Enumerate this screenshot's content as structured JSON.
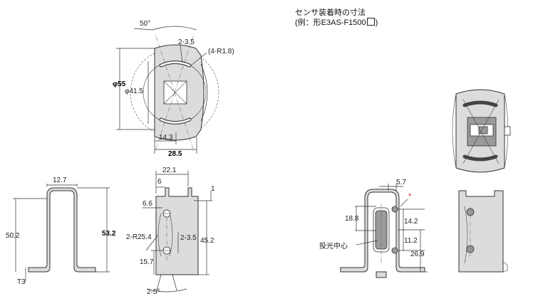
{
  "heading": {
    "line1": "センサ装着時の寸法",
    "line2": "(例：形E3AS-F1500",
    "line2_tail": ")"
  },
  "top_view": {
    "angle": "50°",
    "hole_small": "2-3.5",
    "radius": "(4-R1.8)",
    "outer_dia": "φ55",
    "inner_dia": "φ41.5",
    "width_small": "14.3",
    "width_total": "28.5"
  },
  "side_view": {
    "top_width": "12.7",
    "height": "50.2",
    "thickness": "T3",
    "total_height": "53.2"
  },
  "front_view": {
    "width": "22.1",
    "dim6": "6",
    "dim1": "1",
    "dim66": "6.6",
    "radius": "2-R25.4",
    "hole": "2-3.5",
    "height": "45.2",
    "dim157": "15.7",
    "angle": "2-5°"
  },
  "mounted_view": {
    "dim57": "5.7",
    "asterisk": "*",
    "dim188": "18.8",
    "dim142": "14.2",
    "center_label": "投光中心",
    "dim112": "11.2",
    "dim269": "26.9"
  },
  "colors": {
    "part": "#dcdcdc",
    "asterisk": "#d22"
  }
}
